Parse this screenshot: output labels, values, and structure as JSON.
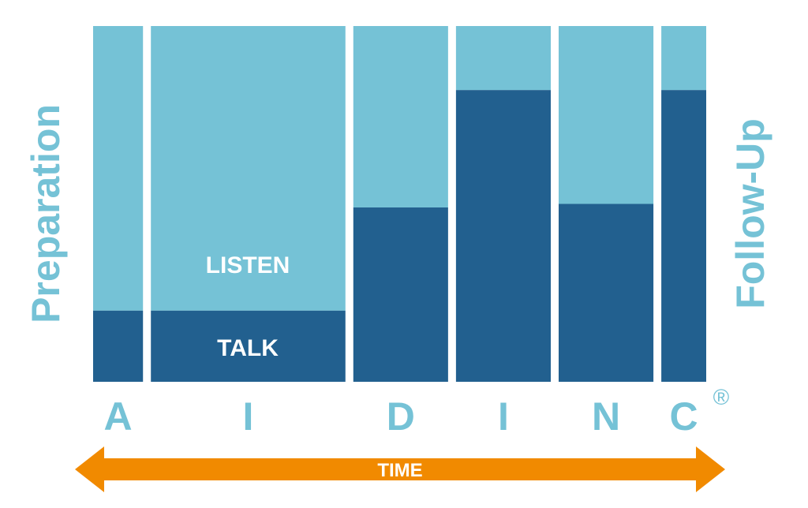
{
  "labels": {
    "left_side": "Preparation",
    "right_side": "Follow-Up",
    "listen": "LISTEN",
    "talk": "TALK",
    "time": "TIME",
    "registered_mark": "®"
  },
  "colors": {
    "listen": "#75c2d6",
    "talk": "#22608f",
    "arrow": "#f18a00",
    "letters": "#75c2d6",
    "side_labels": "#75c2d6",
    "in_bar_text": "#ffffff"
  },
  "chart_data": {
    "type": "bar",
    "categories": [
      "A",
      "I",
      "D",
      "I",
      "N",
      "C"
    ],
    "series": [
      {
        "name": "TALK",
        "values": [
          0.2,
          0.2,
          0.49,
          0.82,
          0.5,
          0.82
        ]
      },
      {
        "name": "LISTEN",
        "values": [
          0.8,
          0.8,
          0.51,
          0.18,
          0.5,
          0.18
        ]
      }
    ],
    "ylim": [
      0,
      1
    ],
    "relative_widths": [
      1,
      3.9,
      1.9,
      1.9,
      1.9,
      0.9
    ]
  }
}
